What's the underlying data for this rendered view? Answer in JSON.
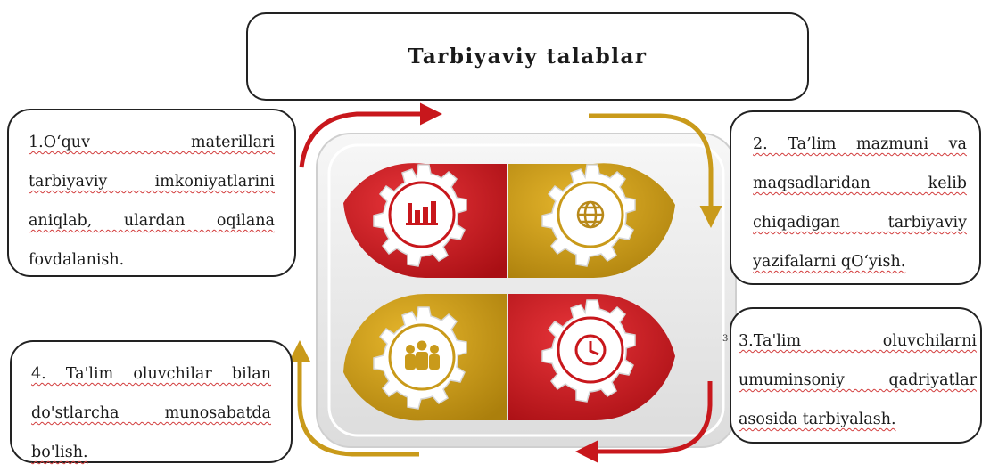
{
  "title": "Tarbiyaviy talablar",
  "boxes": {
    "box1": {
      "lines": [
        "1.O‘quv materillari",
        "tarbiyaviy imkoniyatlarini",
        "aniqlab, ulardan oqilana",
        "fovdalanish."
      ]
    },
    "box2": {
      "lines": [
        "2. Ta’lim mazmuni va",
        "maqsadlaridan kelib",
        "chiqadigan tarbiyaviy",
        "yazifalarni qO‘yish."
      ]
    },
    "box3": {
      "lines": [
        "3.Ta'lim oluvchilarni",
        "umuminsoniy qadriyatlar",
        "asosida tarbiyalash."
      ]
    },
    "box4": {
      "lines": [
        "4. Ta'lim oluvchilar bilan",
        "do'stlarcha munosabatda",
        "bo'lish."
      ]
    }
  },
  "marker": "3",
  "icons": [
    "bar-chart-icon",
    "globe-icon",
    "people-icon",
    "clock-icon"
  ],
  "colors": {
    "red": "#c8171c",
    "gold": "#c99a1a",
    "frame": "#222222"
  }
}
